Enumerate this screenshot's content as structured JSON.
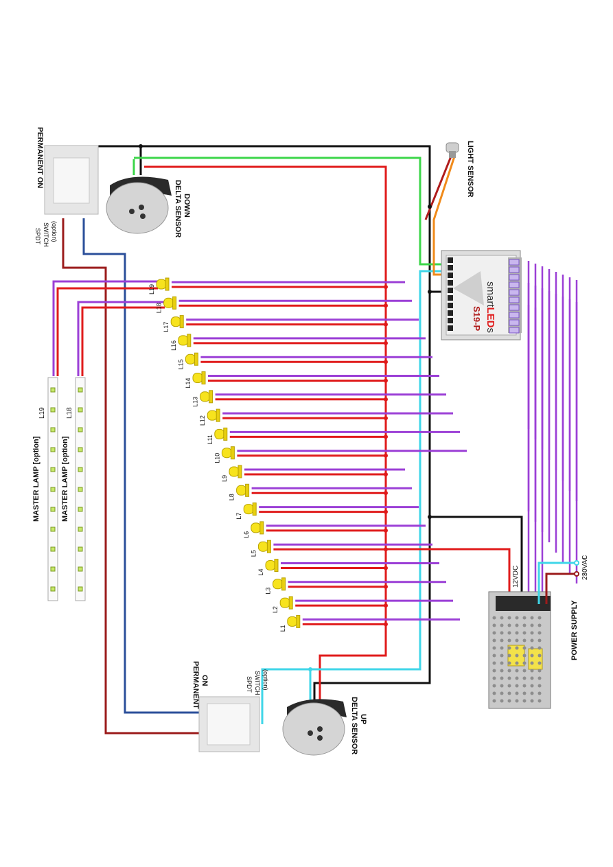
{
  "labels": {
    "permanent_on_top": "PERMANENT ON",
    "spdt_top": [
      "SPDT",
      "SWITCH",
      "(option)"
    ],
    "delta_down": [
      "DELTA SENSOR",
      "DOWN"
    ],
    "light_sensor": "LIGHT SENSOR",
    "controller_model": "S19-P",
    "controller_brand_a": "smart",
    "controller_brand_b": "LED",
    "controller_brand_c": "s",
    "master_lamp_1": "MASTER LAMP [option]",
    "master_lamp_2": "MASTER LAMP [option]",
    "strip_1_id": "L19",
    "strip_2_id": "L18",
    "permanent_on_bottom": [
      "PERMANENT",
      "ON"
    ],
    "spdt_bottom": [
      "SPDT",
      "SWITCH",
      "(option)"
    ],
    "delta_up": [
      "DELTA SENSOR",
      "UP"
    ],
    "power_supply": "POWER SUPPLY",
    "vdc": "12VDC",
    "vac": "230VAC",
    "ac_symbol": "~"
  },
  "leds": [
    "L19",
    "L18",
    "L17",
    "L16",
    "L15",
    "L14",
    "L13",
    "L12",
    "L11",
    "L10",
    "L9",
    "L8",
    "L7",
    "L6",
    "L5",
    "L4",
    "L3",
    "L2",
    "L1"
  ],
  "colors": {
    "red": "#e01b1b",
    "purple": "#9b3fd6",
    "black": "#111111",
    "green": "#3cd64a",
    "cyan": "#3fd6e8",
    "dark_blue": "#2b4f9a",
    "dark_red": "#9b1b1b",
    "orange": "#f08a1a",
    "led_yellow": "#f7e31e"
  }
}
